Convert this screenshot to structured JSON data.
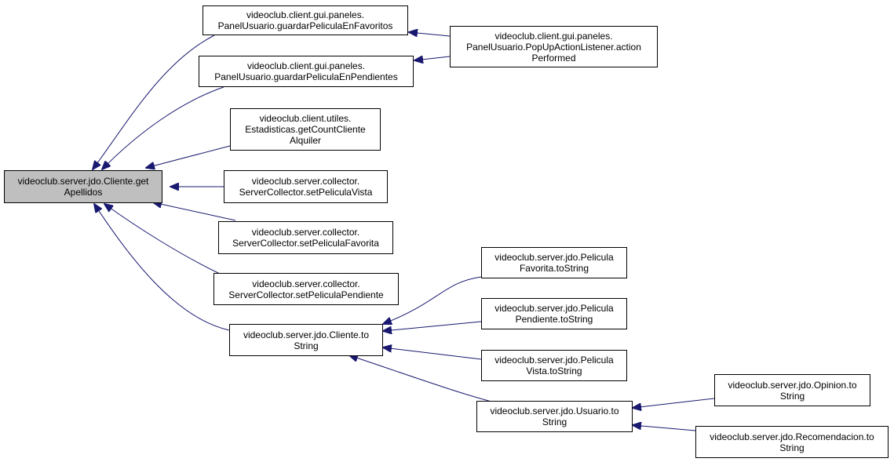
{
  "colors": {
    "edge": "#191970",
    "root_fill": "#bfbfbf",
    "node_fill": "#ffffff",
    "border": "#000000"
  },
  "nodes": {
    "root": {
      "lines": [
        "videoclub.server.jdo.Cliente.get",
        "Apellidos"
      ]
    },
    "fav": {
      "lines": [
        "videoclub.client.gui.paneles.",
        "PanelUsuario.guardarPeliculaEnFavoritos"
      ]
    },
    "pend": {
      "lines": [
        "videoclub.client.gui.paneles.",
        "PanelUsuario.guardarPeliculaEnPendientes"
      ]
    },
    "popup": {
      "lines": [
        "videoclub.client.gui.paneles.",
        "PanelUsuario.PopUpActionListener.action",
        "Performed"
      ]
    },
    "stats": {
      "lines": [
        "videoclub.client.utiles.",
        "Estadisticas.getCountCliente",
        "Alquiler"
      ]
    },
    "vista": {
      "lines": [
        "videoclub.server.collector.",
        "ServerCollector.setPeliculaVista"
      ]
    },
    "favorita": {
      "lines": [
        "videoclub.server.collector.",
        "ServerCollector.setPeliculaFavorita"
      ]
    },
    "pendiente": {
      "lines": [
        "videoclub.server.collector.",
        "ServerCollector.setPeliculaPendiente"
      ]
    },
    "cliente_ts": {
      "lines": [
        "videoclub.server.jdo.Cliente.to",
        "String"
      ]
    },
    "pf_ts": {
      "lines": [
        "videoclub.server.jdo.Pelicula",
        "Favorita.toString"
      ]
    },
    "pp_ts": {
      "lines": [
        "videoclub.server.jdo.Pelicula",
        "Pendiente.toString"
      ]
    },
    "pv_ts": {
      "lines": [
        "videoclub.server.jdo.Pelicula",
        "Vista.toString"
      ]
    },
    "usuario_ts": {
      "lines": [
        "videoclub.server.jdo.Usuario.to",
        "String"
      ]
    },
    "opinion_ts": {
      "lines": [
        "videoclub.server.jdo.Opinion.to",
        "String"
      ]
    },
    "recom_ts": {
      "lines": [
        "videoclub.server.jdo.Recomendacion.to",
        "String"
      ]
    }
  },
  "edges": [
    {
      "from": "fav",
      "to": "root"
    },
    {
      "from": "pend",
      "to": "root"
    },
    {
      "from": "stats",
      "to": "root"
    },
    {
      "from": "vista",
      "to": "root"
    },
    {
      "from": "favorita",
      "to": "root"
    },
    {
      "from": "pendiente",
      "to": "root"
    },
    {
      "from": "cliente_ts",
      "to": "root"
    },
    {
      "from": "popup",
      "to": "fav"
    },
    {
      "from": "popup",
      "to": "pend"
    },
    {
      "from": "pf_ts",
      "to": "cliente_ts"
    },
    {
      "from": "pp_ts",
      "to": "cliente_ts"
    },
    {
      "from": "pv_ts",
      "to": "cliente_ts"
    },
    {
      "from": "usuario_ts",
      "to": "cliente_ts"
    },
    {
      "from": "opinion_ts",
      "to": "usuario_ts"
    },
    {
      "from": "recom_ts",
      "to": "usuario_ts"
    }
  ]
}
